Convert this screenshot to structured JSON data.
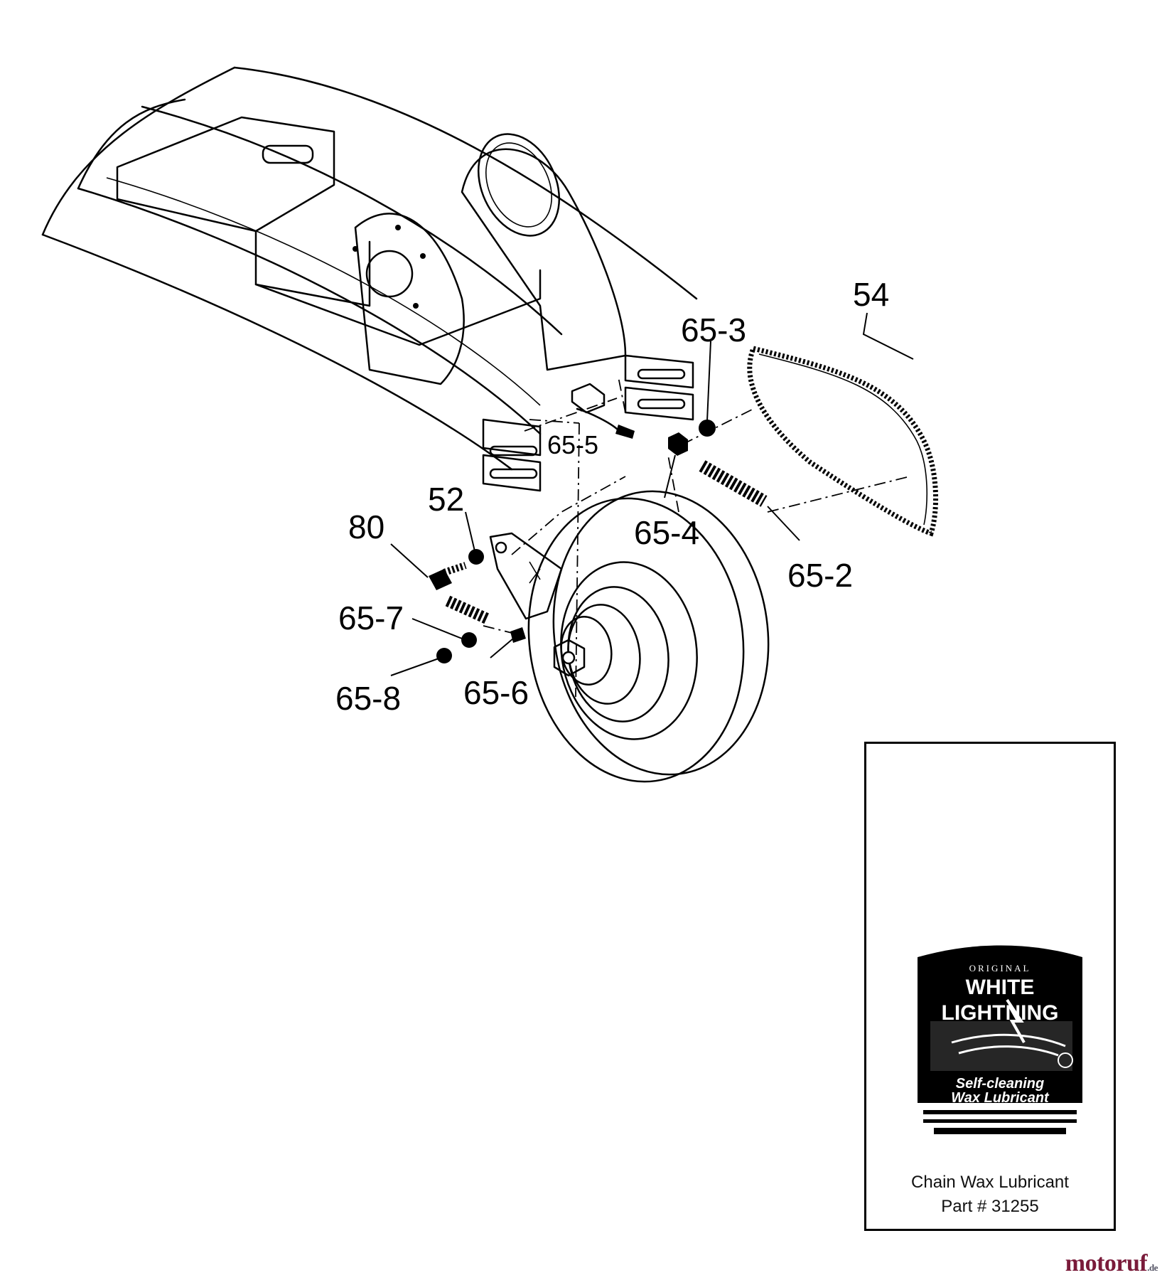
{
  "diagram": {
    "callouts": {
      "c54": "54",
      "c65_3": "65-3",
      "c65_5": "65-5",
      "c52": "52",
      "c80": "80",
      "c65_4": "65-4",
      "c65_2": "65-2",
      "c65_7": "65-7",
      "c65_8": "65-8",
      "c65_6": "65-6"
    }
  },
  "product": {
    "label_brand_top": "ORIGINAL",
    "label_brand_line1": "WHITE",
    "label_brand_line2": "LIGHTNING",
    "label_tag_line1": "Self-cleaning",
    "label_tag_line2": "Wax Lubricant",
    "caption_name": "Chain Wax Lubricant",
    "caption_part": "Part # 31255"
  },
  "watermark": {
    "brand": "motoruf",
    "suffix": ".de"
  }
}
